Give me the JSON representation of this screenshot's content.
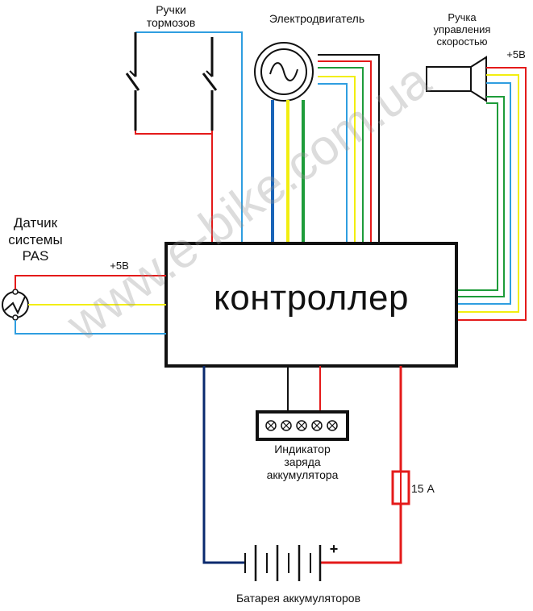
{
  "labels": {
    "brake_handles": "Ручки\nтормозов",
    "motor": "Электродвигатель",
    "throttle": "Ручка\nуправления\nскоростью",
    "throttle_voltage": "+5В",
    "pas_sensor": "Датчик\nсистемы\nPAS",
    "pas_voltage": "+5В",
    "controller": "контроллер",
    "charge_indicator": "Индикатор\nзаряда\nаккумулятора",
    "fuse": "15 А",
    "battery": "Батарея аккумуляторов",
    "battery_plus": "+"
  },
  "watermark": "www.e-bike.com.ua",
  "colors": {
    "red": "#e41a1a",
    "blue": "#2f9ee0",
    "yellow": "#f2ee10",
    "green": "#1e9c3a",
    "black": "#111111",
    "navy": "#0a2a6e",
    "darkblue": "#1a64b8"
  }
}
